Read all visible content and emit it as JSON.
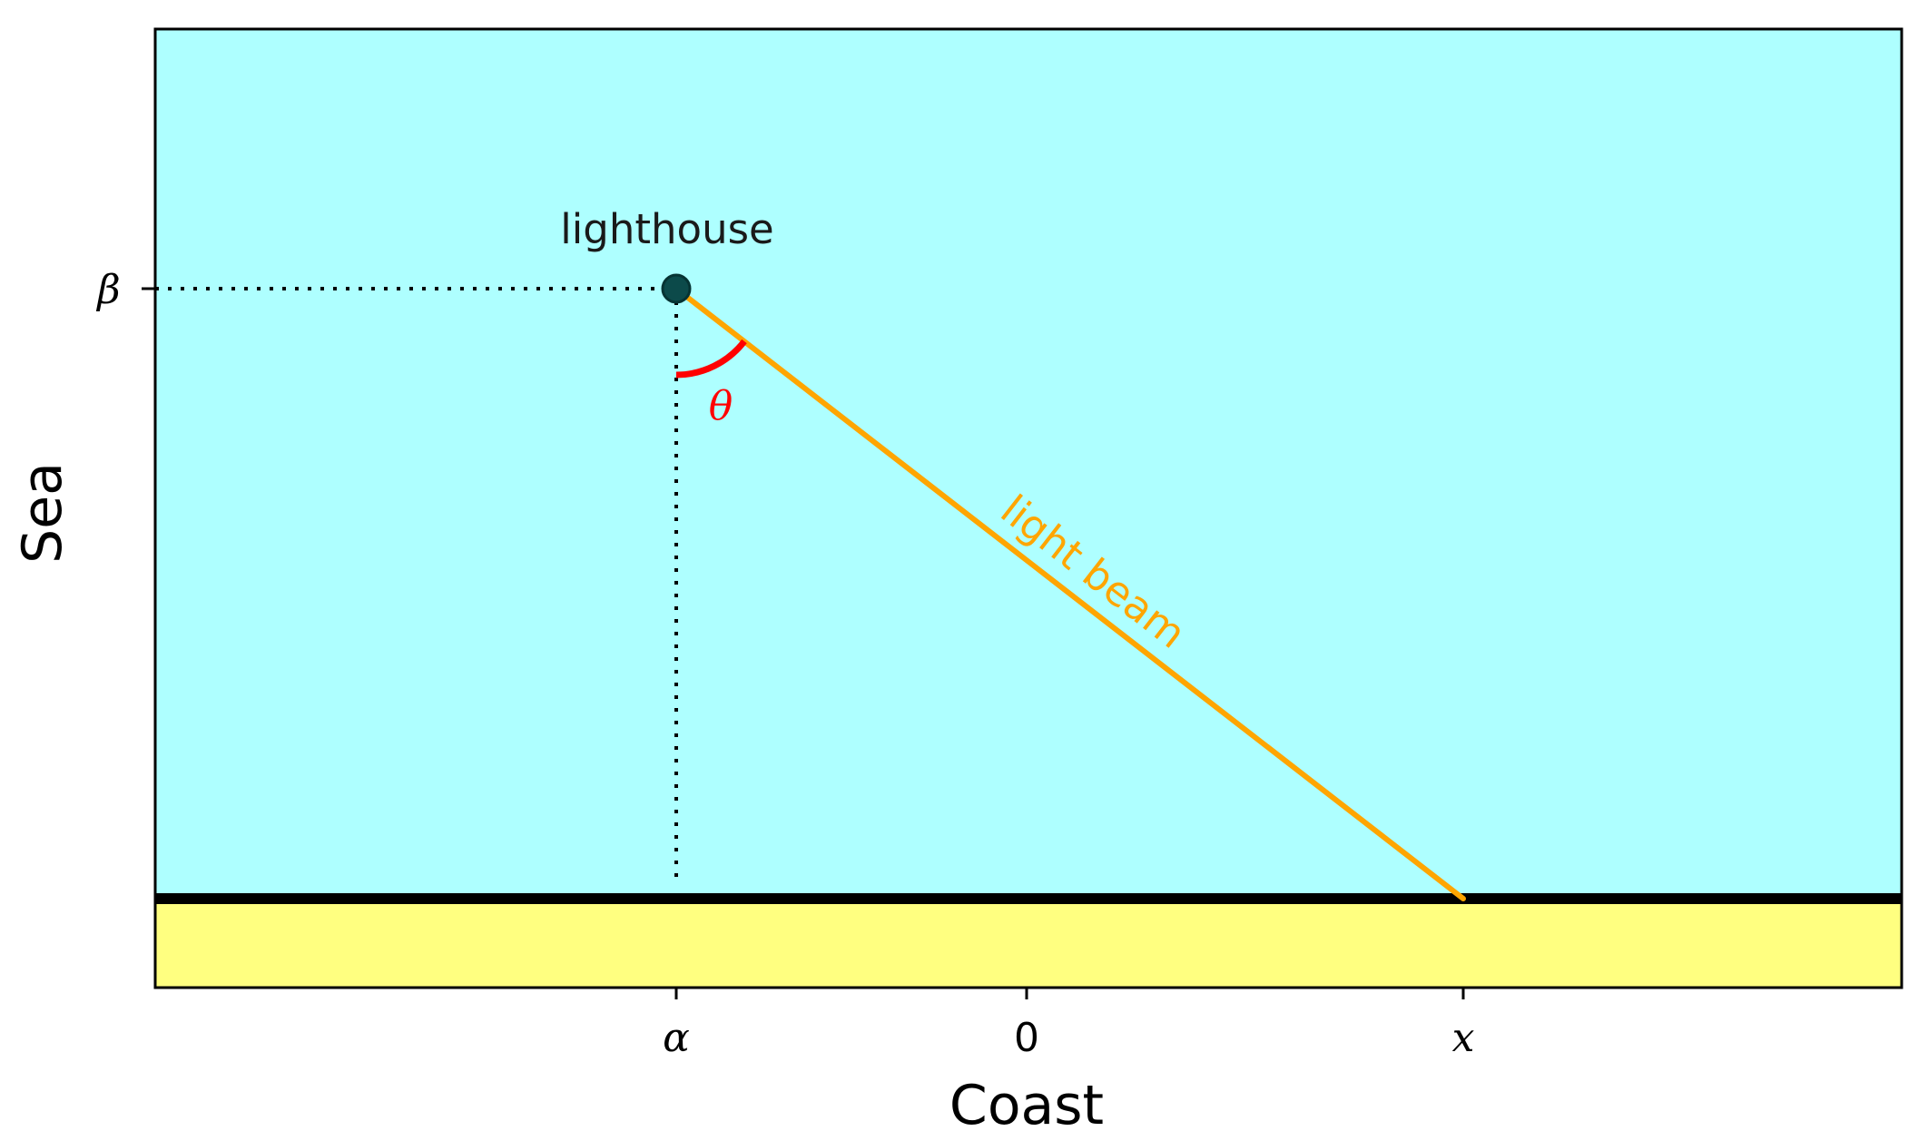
{
  "diagram": {
    "sea_label": "Sea",
    "coast_label": "Coast",
    "lighthouse_label": "lighthouse",
    "beam_label": "light beam",
    "angle_label": "θ",
    "x_ticks": {
      "alpha": "α",
      "zero": "0",
      "x": "x"
    },
    "y_ticks": {
      "beta": "β"
    },
    "colors": {
      "sea": "#aeffff",
      "land": "#ffff80",
      "coastline": "#000000",
      "beam": "#ffa500",
      "angle_arc": "#ff0000",
      "angle_label": "#ff0000",
      "lighthouse_marker": "#0c4a4a",
      "beam_label": "#ffa500"
    }
  }
}
